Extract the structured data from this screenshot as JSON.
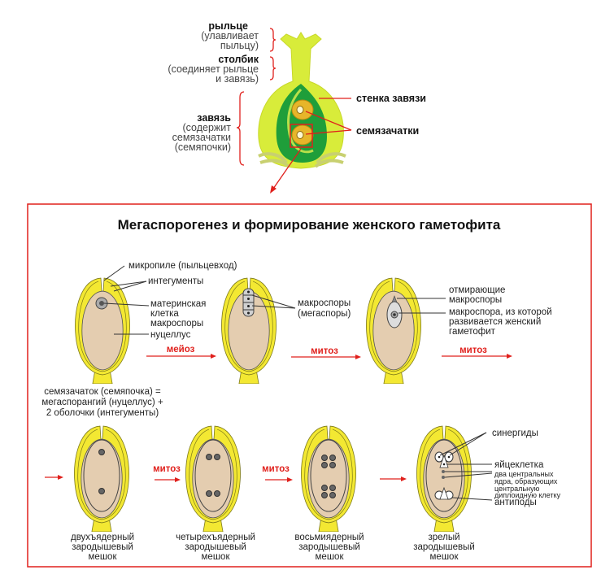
{
  "flower": {
    "stigma": {
      "title": "рыльце",
      "desc": [
        "(улавливает",
        "пыльцу)"
      ]
    },
    "style": {
      "title": "столбик",
      "desc": [
        "(соединяет рыльце",
        "и завязь)"
      ]
    },
    "ovary": {
      "title": "завязь",
      "desc": [
        "(содержит",
        "семязачатки",
        "(семяпочки)"
      ]
    },
    "ovary_wall": "стенка завязи",
    "ovules": "семязачатки"
  },
  "panel": {
    "title": "Мегаспорогенез и формирование женского гаметофита",
    "stage1": {
      "micropyle": "микропиле (пыльцевход)",
      "integuments": "интегументы",
      "mother_cell": [
        "материнская",
        "клетка",
        "макроспоры"
      ],
      "nucellus": "нуцеллус",
      "definition": [
        "семязачаток (семяпочка) =",
        "мегаспорангий (нуцеллус) +",
        "2 оболочки (интегументы)"
      ]
    },
    "stage2": {
      "macrospores": [
        "макроспоры",
        "(мегаспоры)"
      ]
    },
    "stage3": {
      "dying": [
        "отмирающие",
        "макроспоры"
      ],
      "functional": [
        "макроспора, из которой",
        "развивается женский",
        "гаметофит"
      ]
    },
    "arrows": {
      "meiosis": "мейоз",
      "mitosis1": "митоз",
      "mitosis2": "митоз",
      "mitosis3": "митоз",
      "mitosis4": "митоз"
    },
    "row2_labels": [
      [
        "двухъядерный",
        "зародышевый",
        "мешок"
      ],
      [
        "четырехъядерный",
        "зародышевый",
        "мешок"
      ],
      [
        "восьмиядерный",
        "зародышевый",
        "мешок"
      ],
      [
        "зрелый",
        "зародышевый",
        "мешок"
      ]
    ],
    "mature": {
      "synergids": "синергиды",
      "egg": "яйцеклетка",
      "central": [
        "два центральных",
        "ядра, образующих",
        "центральную",
        "диплоидную клетку"
      ],
      "antipodals": "антиподы"
    }
  },
  "colors": {
    "accent": "#e0201c",
    "integument": "#f3e832",
    "nucellus": "#e4cdb0",
    "ovary_outer": "#d8ec3a",
    "ovary_inner": "#1f9e3a"
  }
}
